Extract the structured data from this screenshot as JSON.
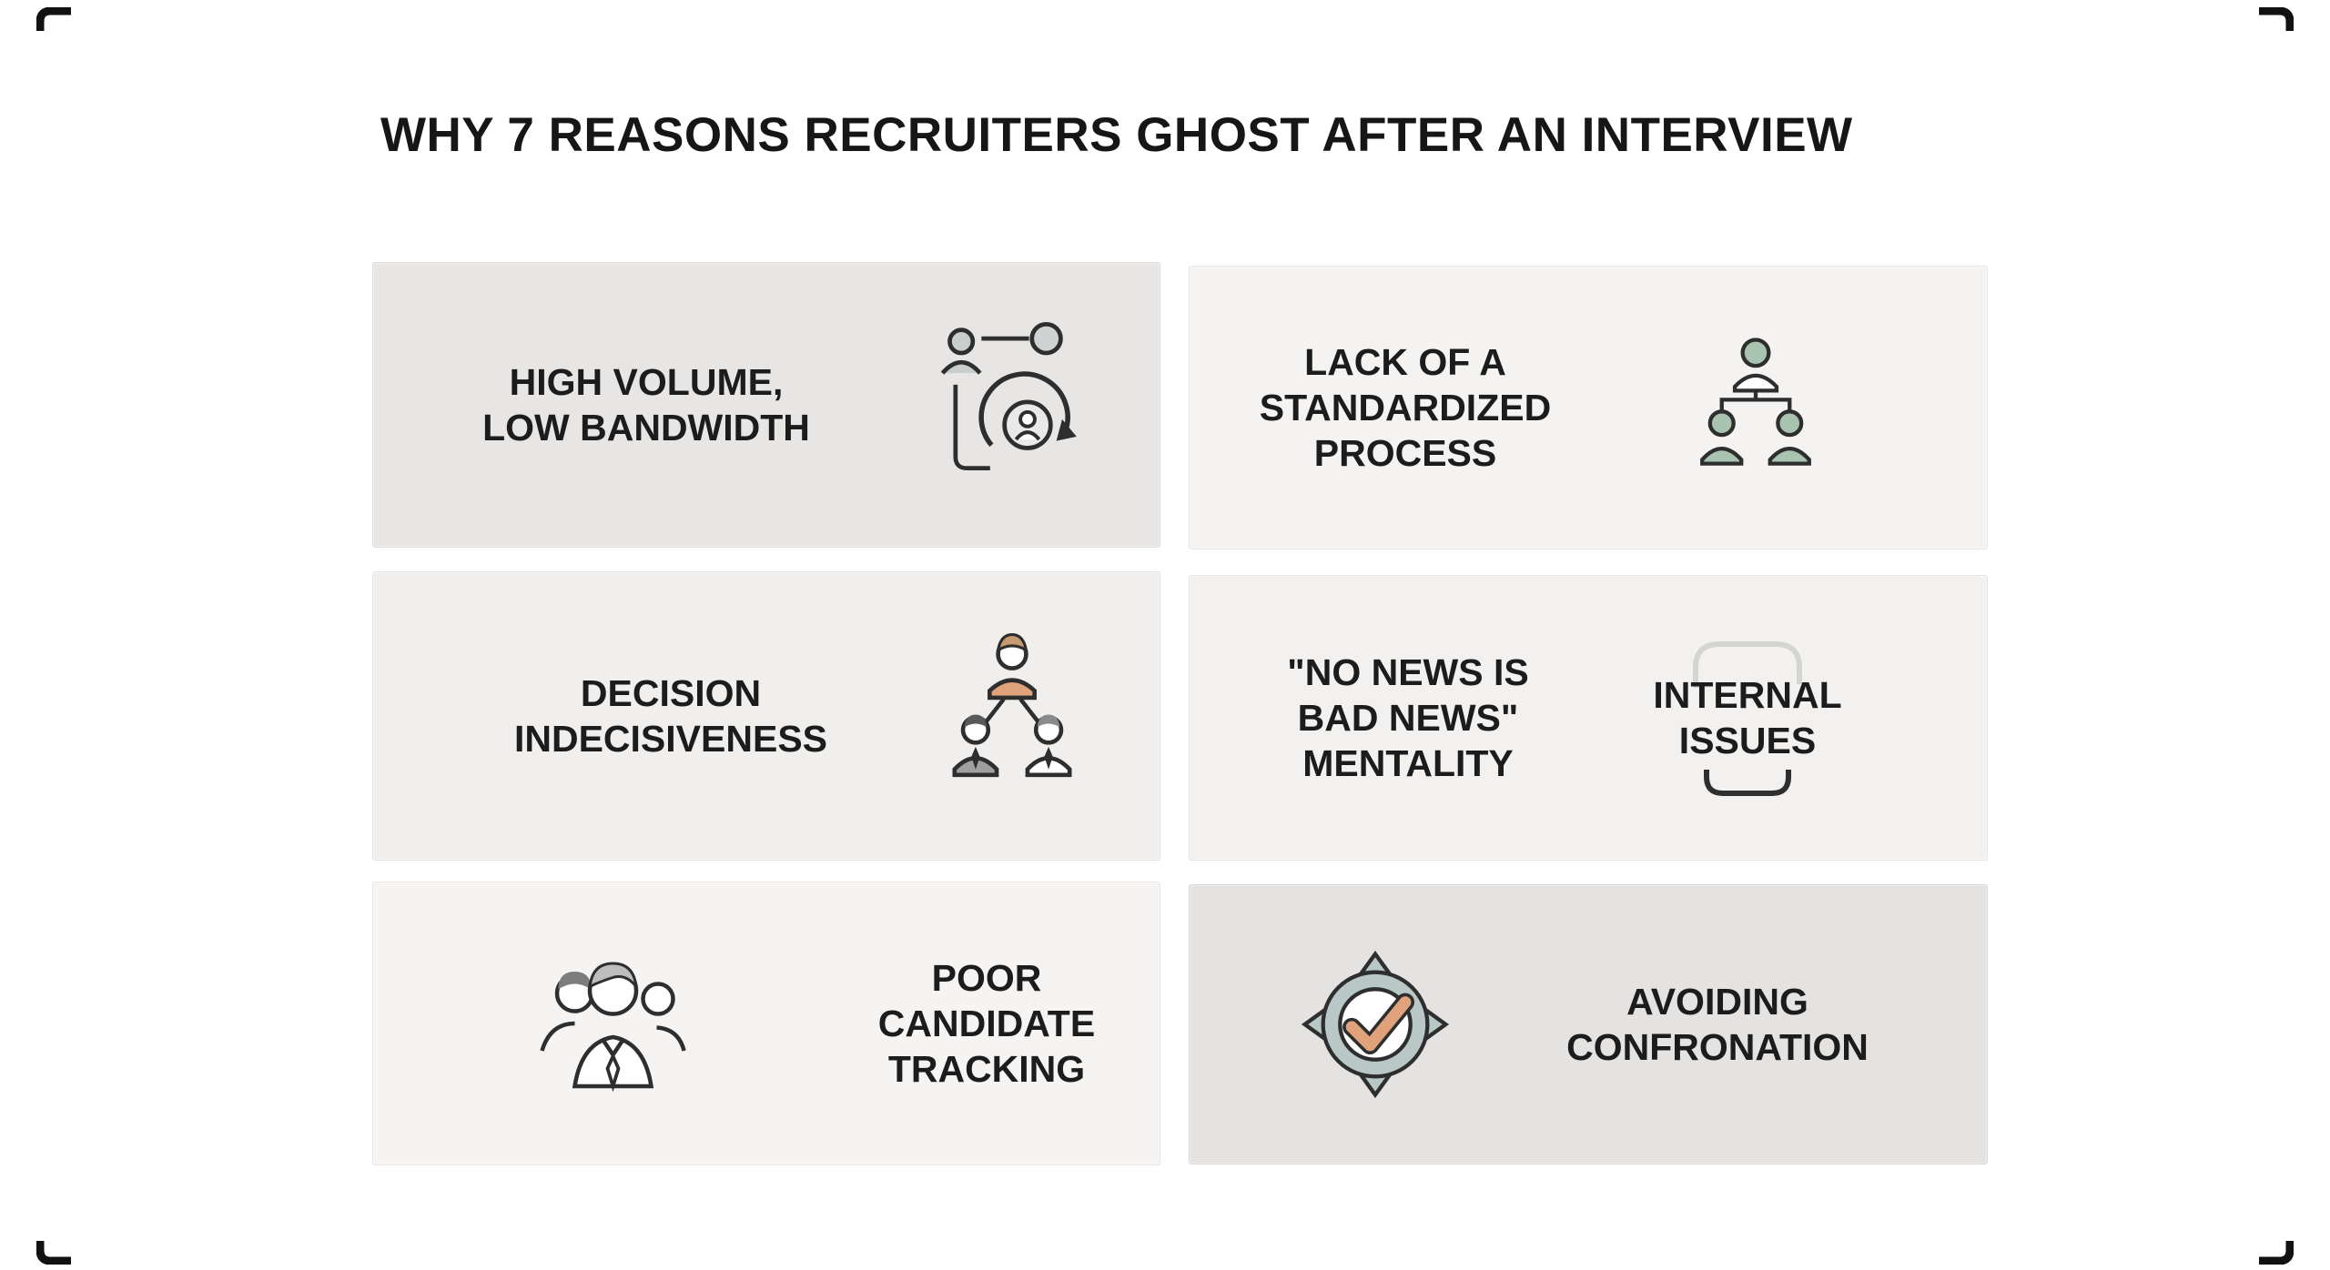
{
  "page": {
    "title": "WHY 7 REASONS RECRUITERS GHOST AFTER AN INTERVIEW"
  },
  "colors": {
    "text": "#1c1c1c",
    "accent_green": "#a9c3b1",
    "accent_orange": "#dfa27b",
    "badge_gray": "#b9c7c7",
    "card_bg_dark": "#e7e6e4",
    "card_bg_light": "#f4f3f1"
  },
  "cards": [
    {
      "id": "high-volume",
      "label": "HIGH VOLUME,\nLOW BANDWIDTH",
      "icon": "person-cycle-icon"
    },
    {
      "id": "standardized-process",
      "label": "LACK OF A\nSTANDARDIZED\nPROCESS",
      "icon": "team-hierarchy-green-icon"
    },
    {
      "id": "decision-indecisiveness",
      "label": "DECISION\nINDECISIVENESS",
      "icon": "team-hierarchy-orange-icon"
    },
    {
      "id": "no-news",
      "label": "\"NO NEWS IS\nBAD NEWS\"\nMENTALITY",
      "label2": "INTERNAL\nISSUES",
      "icon": "rounded-frame-icon"
    },
    {
      "id": "candidate-tracking",
      "label": "POOR\nCANDIDATE\nTRACKING",
      "icon": "candidate-group-icon"
    },
    {
      "id": "avoiding-confrontation",
      "label": "AVOIDING\nCONFRONATION",
      "icon": "check-badge-icon"
    }
  ]
}
